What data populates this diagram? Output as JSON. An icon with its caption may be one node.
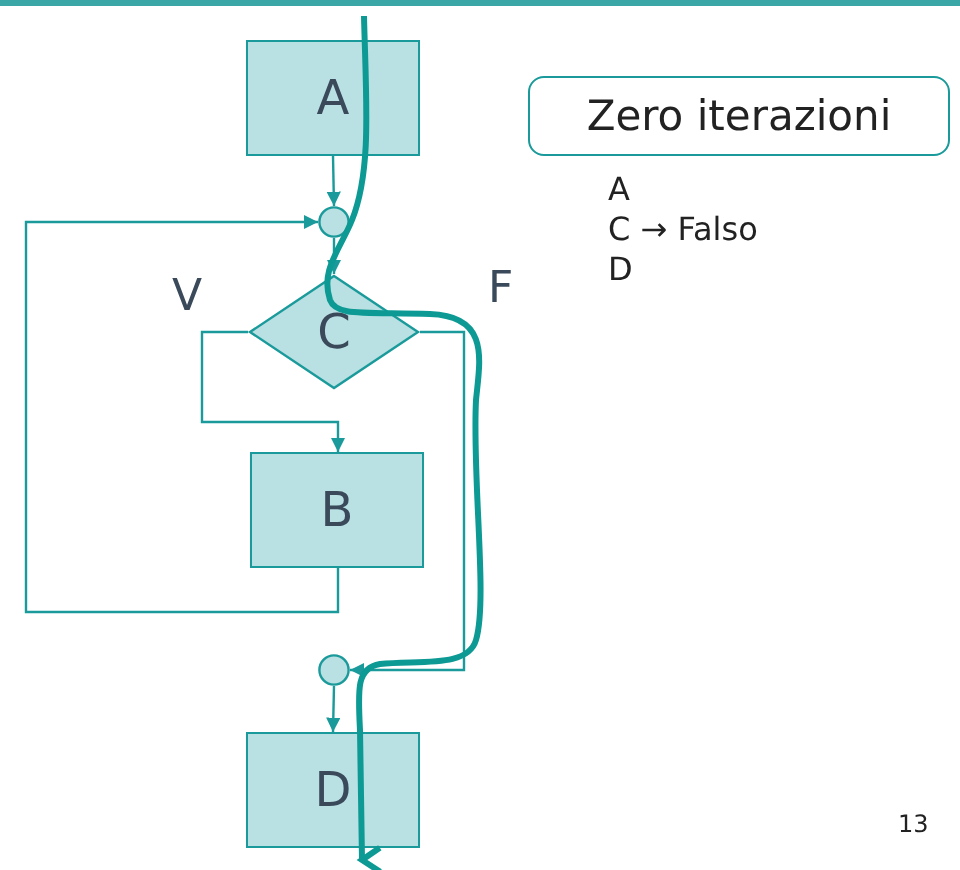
{
  "diagram": {
    "nodes": [
      {
        "text": [
          "A"
        ]
      },
      {
        "text": [],
        "shape": "circle"
      },
      {
        "text": [
          "C"
        ]
      },
      {
        "text": [
          "B"
        ]
      },
      {
        "text": [],
        "shape": "circle"
      },
      {
        "text": [
          "D"
        ]
      },
      {
        "text": [
          "Zero iterazioni"
        ]
      }
    ],
    "edges": [
      {
        "from": 0,
        "to": 1,
        "arrow": "to"
      },
      {
        "from": 1,
        "to": 2,
        "arrow": "to"
      },
      {
        "from": 2,
        "to": 3,
        "arrow": "to"
      },
      {
        "from": 3,
        "to": 1,
        "arrow": "to"
      },
      {
        "from": 2,
        "to": 4,
        "arrow": "to"
      },
      {
        "from": 4,
        "to": 5,
        "arrow": "to"
      }
    ],
    "labels": [
      "V",
      "F",
      "A",
      "C → Falso",
      "D",
      "13"
    ]
  }
}
